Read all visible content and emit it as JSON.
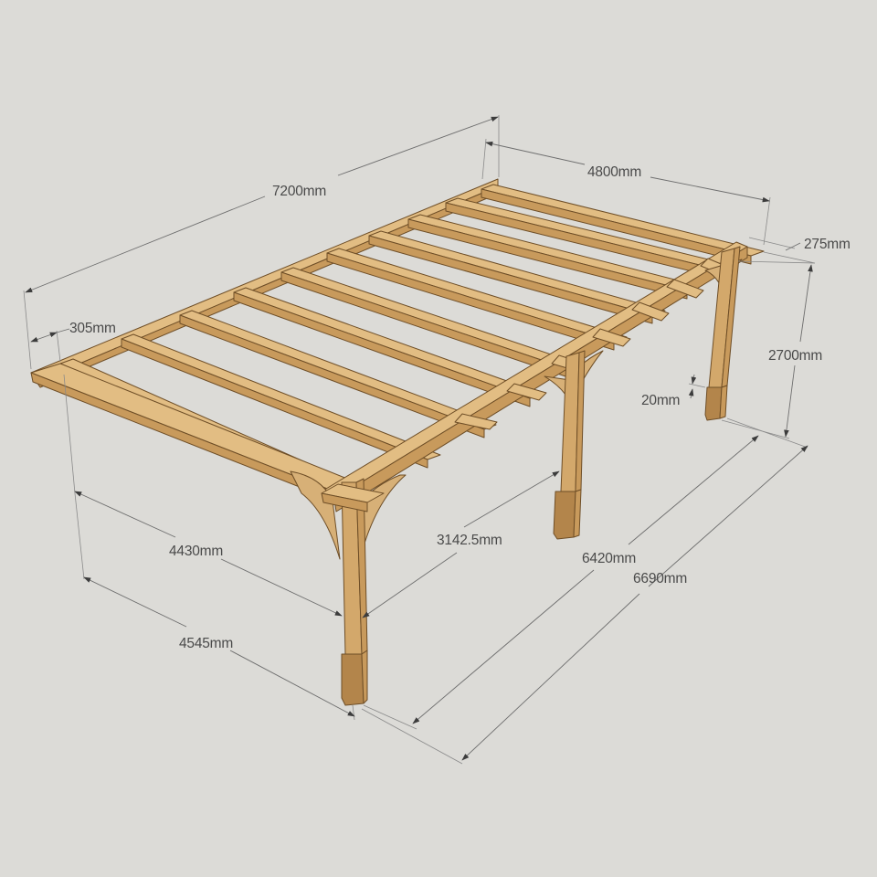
{
  "diagram": {
    "subject": "Timber pergola with rafters, dimensioned isometric view",
    "background_color": "#dcdbd7",
    "wood_colors": {
      "light": "#e2bd83",
      "mid": "#c89a5c",
      "dark": "#b3854b",
      "outline": "#6e4e27"
    },
    "dimension_color": "#4a4a4a"
  },
  "dimensions": {
    "overall_length": "7200mm",
    "rafter_length": "4800mm",
    "rafter_overhang_back": "275mm",
    "rafter_overhang_front": "305mm",
    "height": "2700mm",
    "post_base_gap": "20mm",
    "post_span_side_inner": "4430mm",
    "post_span_side_outer": "4545mm",
    "post_spacing_half": "3142.5mm",
    "post_span_long_inner": "6420mm",
    "post_span_long_outer": "6690mm"
  },
  "structure": {
    "rafter_count": 9,
    "post_count": 3,
    "bracket_count": 4
  }
}
